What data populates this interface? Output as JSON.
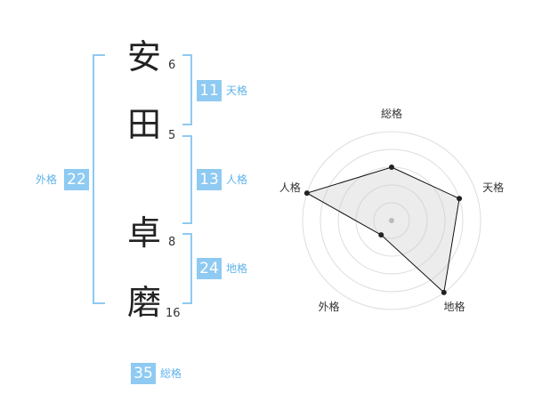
{
  "characters": [
    {
      "char": "安",
      "strokes": "6"
    },
    {
      "char": "田",
      "strokes": "5"
    },
    {
      "char": "卓",
      "strokes": "8"
    },
    {
      "char": "磨",
      "strokes": "16"
    }
  ],
  "fortunes": {
    "tenkaku": {
      "label": "天格",
      "value": "11"
    },
    "jinkaku": {
      "label": "人格",
      "value": "13"
    },
    "chikaku": {
      "label": "地格",
      "value": "24"
    },
    "gaikaku": {
      "label": "外格",
      "value": "22"
    },
    "soukaku": {
      "label": "総格",
      "value": "35"
    }
  },
  "colors": {
    "accent": "#8ecaf2",
    "label": "#5fb3ea"
  },
  "chart_data": {
    "type": "radar",
    "axes": [
      "総格",
      "天格",
      "地格",
      "外格",
      "人格"
    ],
    "values": [
      3,
      4,
      5,
      1,
      5
    ],
    "max": 5,
    "rings": 5
  }
}
